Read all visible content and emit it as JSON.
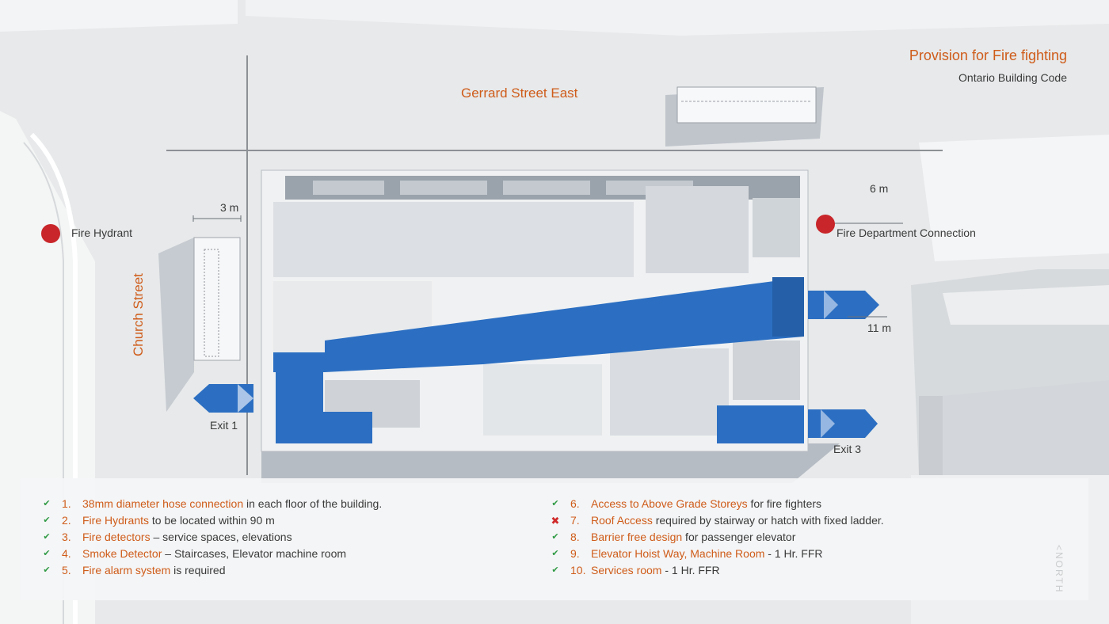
{
  "title": "Provision for Fire fighting",
  "subtitle": "Ontario Building Code",
  "streets": {
    "top": "Gerrard Street East",
    "left": "Church Street"
  },
  "dimensions": {
    "left_gap": "3 m",
    "top_right": "6 m",
    "right_mid": "11 m"
  },
  "markers": {
    "hydrant": "Fire Hydrant",
    "fdc": "Fire Department Connection"
  },
  "exits": {
    "exit1": "Exit 1",
    "exit3": "Exit 3"
  },
  "compass": "<NORTH",
  "colors": {
    "accent": "#cf5c1a",
    "exit_blue": "#2c6fc2",
    "marker_red": "#c8262a",
    "ok_green": "#2f9a45",
    "fail_red": "#d02a2a"
  },
  "requirements_left": [
    {
      "num": "1.",
      "highlight": "38mm diameter hose connection",
      "rest": " in each floor of the building.",
      "status": "ok"
    },
    {
      "num": "2.",
      "highlight": "Fire Hydrants",
      "rest": " to be located within 90 m",
      "status": "ok"
    },
    {
      "num": "3.",
      "highlight": "Fire detectors",
      "rest": " – service spaces, elevations",
      "status": "ok"
    },
    {
      "num": "4.",
      "highlight": "Smoke Detector",
      "rest": " – Staircases, Elevator machine room",
      "status": "ok"
    },
    {
      "num": "5.",
      "highlight": "Fire alarm system",
      "rest": " is required",
      "status": "ok"
    }
  ],
  "requirements_right": [
    {
      "num": "6.",
      "highlight": "Access to Above Grade Storeys",
      "rest": " for fire fighters",
      "status": "ok"
    },
    {
      "num": "7.",
      "highlight": "Roof Access",
      "rest": " required by stairway or hatch with fixed ladder.",
      "status": "fail"
    },
    {
      "num": "8.",
      "highlight": "Barrier free design",
      "rest": " for passenger elevator",
      "status": "ok"
    },
    {
      "num": "9.",
      "highlight": "Elevator Hoist Way, Machine Room",
      "rest": " - 1  Hr. FFR",
      "status": "ok"
    },
    {
      "num": "10.",
      "highlight": "Services room",
      "rest": " - 1  Hr. FFR",
      "status": "ok"
    }
  ]
}
